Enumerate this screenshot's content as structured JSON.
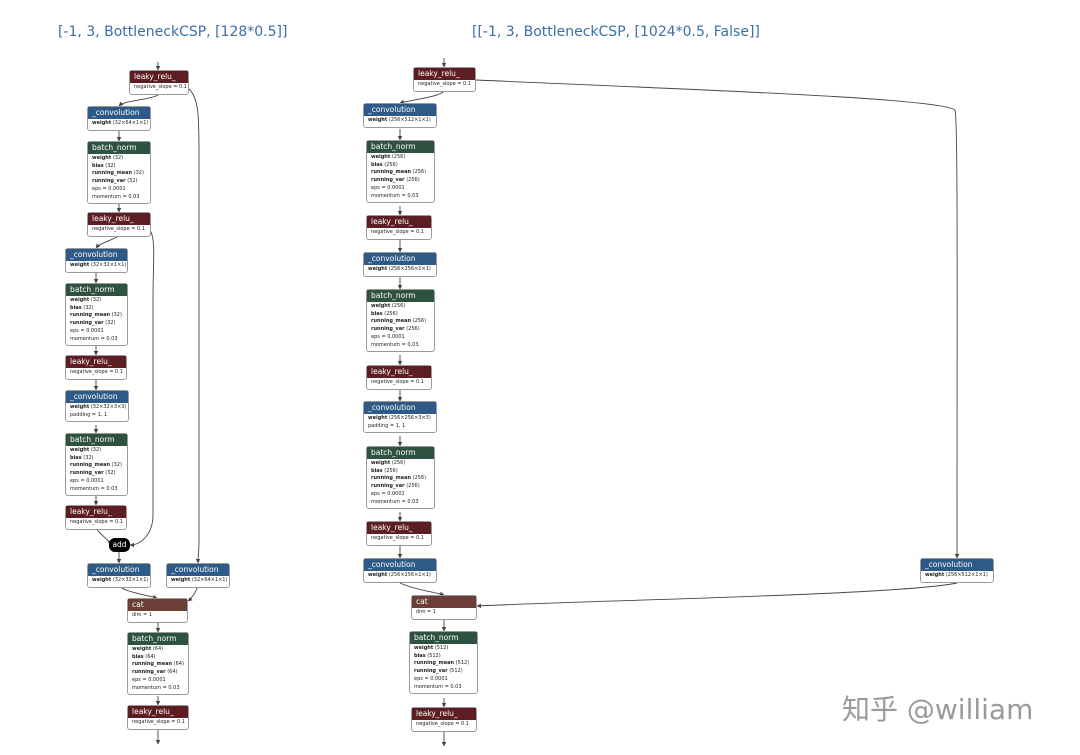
{
  "titles": {
    "left": "[-1, 3, BottleneckCSP, [128*0.5]]",
    "right": "[[-1, 3, BottleneckCSP, [1024*0.5, False]]"
  },
  "watermark": "知乎 @william",
  "colors": {
    "leaky_relu": "#5c1e22",
    "convolution": "#2e5a87",
    "batch_norm": "#2e5240",
    "cat": "#6b3f37",
    "add": "#000000",
    "title": "#3b6fa8"
  },
  "diagrams": {
    "left": {
      "nodes": [
        {
          "id": "L1",
          "kind": "relu",
          "title": "leaky_relu_",
          "rows": [
            {
              "k": "",
              "v": "negative_slope = 0.1"
            }
          ]
        },
        {
          "id": "L2",
          "kind": "conv",
          "title": "_convolution",
          "rows": [
            {
              "k": "weight",
              "v": "(32×64×1×1)"
            }
          ]
        },
        {
          "id": "L3",
          "kind": "bn",
          "title": "batch_norm",
          "rows": [
            {
              "k": "weight",
              "v": "(32)"
            },
            {
              "k": "bias",
              "v": "(32)"
            },
            {
              "k": "running_mean",
              "v": "(32)"
            },
            {
              "k": "running_var",
              "v": "(32)"
            },
            {
              "k": "",
              "v": "eps = 0.0001"
            },
            {
              "k": "",
              "v": "momentum = 0.03"
            }
          ]
        },
        {
          "id": "L4",
          "kind": "relu",
          "title": "leaky_relu_",
          "rows": [
            {
              "k": "",
              "v": "negative_slope = 0.1"
            }
          ]
        },
        {
          "id": "L5",
          "kind": "conv",
          "title": "_convolution",
          "rows": [
            {
              "k": "weight",
              "v": "(32×32×1×1)"
            }
          ]
        },
        {
          "id": "L6",
          "kind": "bn",
          "title": "batch_norm",
          "rows": [
            {
              "k": "weight",
              "v": "(32)"
            },
            {
              "k": "bias",
              "v": "(32)"
            },
            {
              "k": "running_mean",
              "v": "(32)"
            },
            {
              "k": "running_var",
              "v": "(32)"
            },
            {
              "k": "",
              "v": "eps = 0.0001"
            },
            {
              "k": "",
              "v": "momentum = 0.03"
            }
          ]
        },
        {
          "id": "L7",
          "kind": "relu",
          "title": "leaky_relu_",
          "rows": [
            {
              "k": "",
              "v": "negative_slope = 0.1"
            }
          ]
        },
        {
          "id": "L8",
          "kind": "conv",
          "title": "_convolution",
          "rows": [
            {
              "k": "weight",
              "v": "(32×32×3×3)"
            },
            {
              "k": "",
              "v": "padding = 1, 1"
            }
          ]
        },
        {
          "id": "L9",
          "kind": "bn",
          "title": "batch_norm",
          "rows": [
            {
              "k": "weight",
              "v": "(32)"
            },
            {
              "k": "bias",
              "v": "(32)"
            },
            {
              "k": "running_mean",
              "v": "(32)"
            },
            {
              "k": "running_var",
              "v": "(32)"
            },
            {
              "k": "",
              "v": "eps = 0.0001"
            },
            {
              "k": "",
              "v": "momentum = 0.03"
            }
          ]
        },
        {
          "id": "L10",
          "kind": "relu",
          "title": "leaky_relu_",
          "rows": [
            {
              "k": "",
              "v": "negative_slope = 0.1"
            }
          ]
        },
        {
          "id": "L11",
          "kind": "add",
          "title": "add",
          "rows": []
        },
        {
          "id": "L12",
          "kind": "conv",
          "title": "_convolution",
          "rows": [
            {
              "k": "weight",
              "v": "(32×32×1×1)"
            }
          ]
        },
        {
          "id": "L13",
          "kind": "conv",
          "title": "_convolution",
          "rows": [
            {
              "k": "weight",
              "v": "(32×64×1×1)"
            }
          ]
        },
        {
          "id": "L14",
          "kind": "cat",
          "title": "cat",
          "rows": [
            {
              "k": "",
              "v": "dim = 1"
            }
          ]
        },
        {
          "id": "L15",
          "kind": "bn",
          "title": "batch_norm",
          "rows": [
            {
              "k": "weight",
              "v": "(64)"
            },
            {
              "k": "bias",
              "v": "(64)"
            },
            {
              "k": "running_mean",
              "v": "(64)"
            },
            {
              "k": "running_var",
              "v": "(64)"
            },
            {
              "k": "",
              "v": "eps = 0.0001"
            },
            {
              "k": "",
              "v": "momentum = 0.03"
            }
          ]
        },
        {
          "id": "L16",
          "kind": "relu",
          "title": "leaky_relu_",
          "rows": [
            {
              "k": "",
              "v": "negative_slope = 0.1"
            }
          ]
        }
      ]
    },
    "right": {
      "nodes": [
        {
          "id": "R1",
          "kind": "relu",
          "title": "leaky_relu_",
          "rows": [
            {
              "k": "",
              "v": "negative_slope = 0.1"
            }
          ]
        },
        {
          "id": "R2",
          "kind": "conv",
          "title": "_convolution",
          "rows": [
            {
              "k": "weight",
              "v": "(256×512×1×1)"
            }
          ]
        },
        {
          "id": "R3",
          "kind": "bn",
          "title": "batch_norm",
          "rows": [
            {
              "k": "weight",
              "v": "(256)"
            },
            {
              "k": "bias",
              "v": "(256)"
            },
            {
              "k": "running_mean",
              "v": "(256)"
            },
            {
              "k": "running_var",
              "v": "(256)"
            },
            {
              "k": "",
              "v": "eps = 0.0001"
            },
            {
              "k": "",
              "v": "momentum = 0.03"
            }
          ]
        },
        {
          "id": "R4",
          "kind": "relu",
          "title": "leaky_relu_",
          "rows": [
            {
              "k": "",
              "v": "negative_slope = 0.1"
            }
          ]
        },
        {
          "id": "R5",
          "kind": "conv",
          "title": "_convolution",
          "rows": [
            {
              "k": "weight",
              "v": "(256×256×1×1)"
            }
          ]
        },
        {
          "id": "R6",
          "kind": "bn",
          "title": "batch_norm",
          "rows": [
            {
              "k": "weight",
              "v": "(256)"
            },
            {
              "k": "bias",
              "v": "(256)"
            },
            {
              "k": "running_mean",
              "v": "(256)"
            },
            {
              "k": "running_var",
              "v": "(256)"
            },
            {
              "k": "",
              "v": "eps = 0.0001"
            },
            {
              "k": "",
              "v": "momentum = 0.03"
            }
          ]
        },
        {
          "id": "R7",
          "kind": "relu",
          "title": "leaky_relu_",
          "rows": [
            {
              "k": "",
              "v": "negative_slope = 0.1"
            }
          ]
        },
        {
          "id": "R8",
          "kind": "conv",
          "title": "_convolution",
          "rows": [
            {
              "k": "weight",
              "v": "(256×256×3×3)"
            },
            {
              "k": "",
              "v": "padding = 1, 1"
            }
          ]
        },
        {
          "id": "R9",
          "kind": "bn",
          "title": "batch_norm",
          "rows": [
            {
              "k": "weight",
              "v": "(256)"
            },
            {
              "k": "bias",
              "v": "(256)"
            },
            {
              "k": "running_mean",
              "v": "(256)"
            },
            {
              "k": "running_var",
              "v": "(256)"
            },
            {
              "k": "",
              "v": "eps = 0.0001"
            },
            {
              "k": "",
              "v": "momentum = 0.03"
            }
          ]
        },
        {
          "id": "R10",
          "kind": "relu",
          "title": "leaky_relu_",
          "rows": [
            {
              "k": "",
              "v": "negative_slope = 0.1"
            }
          ]
        },
        {
          "id": "R11",
          "kind": "conv",
          "title": "_convolution",
          "rows": [
            {
              "k": "weight",
              "v": "(256×256×1×1)"
            }
          ]
        },
        {
          "id": "R12",
          "kind": "conv",
          "title": "_convolution",
          "rows": [
            {
              "k": "weight",
              "v": "(256×512×1×1)"
            }
          ]
        },
        {
          "id": "R13",
          "kind": "cat",
          "title": "cat",
          "rows": [
            {
              "k": "",
              "v": "dim = 1"
            }
          ]
        },
        {
          "id": "R14",
          "kind": "bn",
          "title": "batch_norm",
          "rows": [
            {
              "k": "weight",
              "v": "(512)"
            },
            {
              "k": "bias",
              "v": "(512)"
            },
            {
              "k": "running_mean",
              "v": "(512)"
            },
            {
              "k": "running_var",
              "v": "(512)"
            },
            {
              "k": "",
              "v": "eps = 0.0001"
            },
            {
              "k": "",
              "v": "momentum = 0.03"
            }
          ]
        },
        {
          "id": "R15",
          "kind": "relu",
          "title": "leaky_relu_",
          "rows": [
            {
              "k": "",
              "v": "negative_slope = 0.1"
            }
          ]
        }
      ]
    }
  }
}
